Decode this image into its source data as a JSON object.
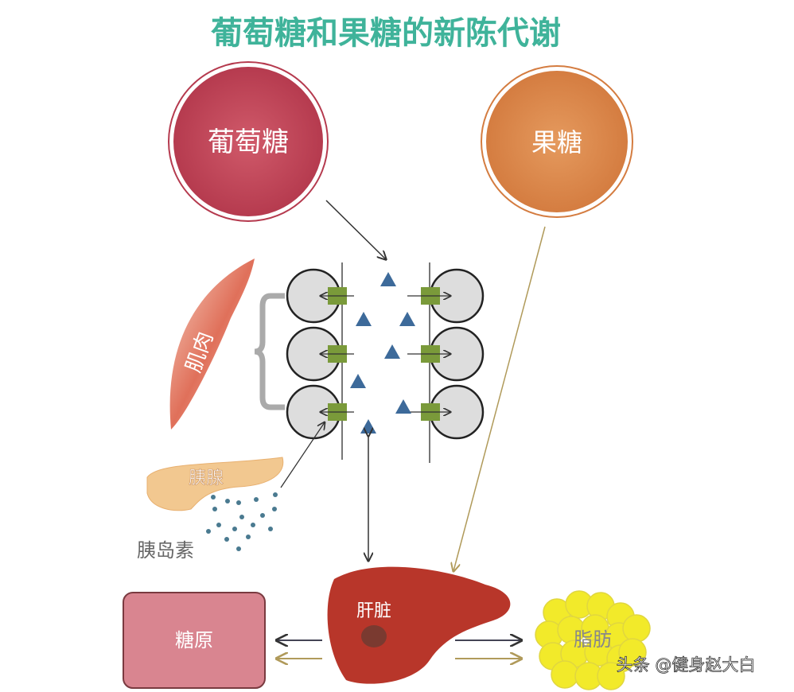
{
  "title": "葡萄糖和果糖的新陈代谢",
  "glucose": "葡萄糖",
  "fructose": "果糖",
  "muscle": "肌肉",
  "pancreas": "胰腺",
  "insulin": "胰岛素",
  "liver": "肝脏",
  "glycogen": "糖原",
  "fat": "脂肪",
  "watermark": "头条 @健身赵大白",
  "colors": {
    "title": "#3fb39a",
    "glucose": "#c0485a",
    "fructose": "#dc8a4e",
    "glycogen": "#d97b86",
    "liver": "#b8362a",
    "fat": "#f2ea2a",
    "triangle": "#3d6a9a",
    "transporter": "#7a9a3a"
  }
}
